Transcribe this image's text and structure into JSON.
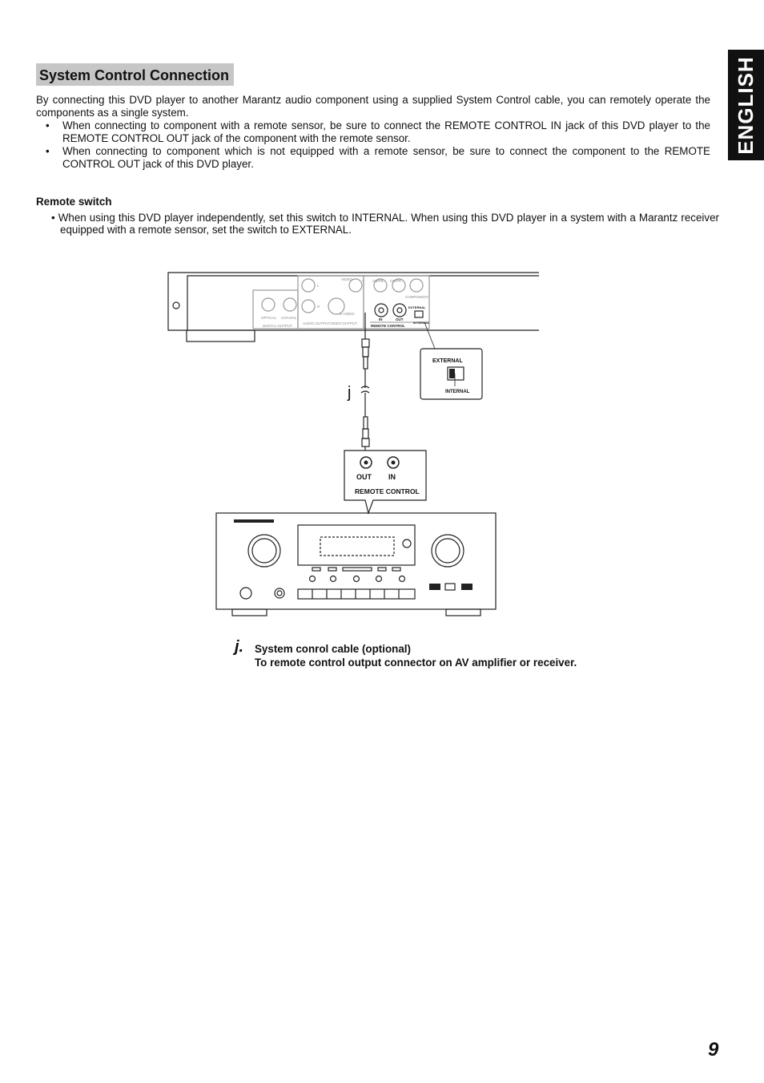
{
  "side_tab": {
    "label": "ENGLISH"
  },
  "section": {
    "title": "System Control Connection",
    "intro": "By connecting this DVD player to another Marantz audio component using a supplied System Control cable, you can remotely operate the components as a single system.",
    "bullets": [
      "When connecting to component with a remote sensor, be sure to connect the REMOTE CONTROL IN jack of this DVD player to the REMOTE CONTROL OUT jack of the component with the remote sensor.",
      "When connecting to component which is not equipped with a remote sensor, be sure to connect the component to the REMOTE CONTROL OUT jack of this DVD player."
    ],
    "bullet_glyph": "•"
  },
  "remote_switch": {
    "heading": "Remote switch",
    "text": "• When using this DVD player independently, set this switch to INTERNAL. When using this DVD player in a system with a Marantz receiver equipped with a remote sensor, set the switch to EXTERNAL."
  },
  "diagram": {
    "dvd_labels": {
      "optical": "OPTICAL",
      "coaxial": "COAXIAL",
      "digital_output": "DIGITAL OUTPUT",
      "audio_output": "AUDIO OUTPUT",
      "video_output": "VIDEO OUTPUT",
      "video": "VIDEO",
      "s_video": "S-VIDEO",
      "component": "COMPONENT",
      "y": "Y",
      "cb_pb": "CB/PB",
      "cr_pr": "CR/PR",
      "l": "L",
      "r": "R",
      "in": "IN",
      "out": "OUT",
      "remote_control": "REMOTE CONTROL",
      "external": "EXTERNAL",
      "internal": "INTERNAL"
    },
    "switch_callout": {
      "external": "EXTERNAL",
      "internal": "INTERNAL"
    },
    "cable_mark": "j",
    "receiver_callout": {
      "out": "OUT",
      "in": "IN",
      "title": "REMOTE CONTROL"
    }
  },
  "caption": {
    "mark": "j.",
    "line1": "System conrol cable (optional)",
    "line2": "To remote control output connector on AV amplifier or receiver."
  },
  "page_number": "9"
}
